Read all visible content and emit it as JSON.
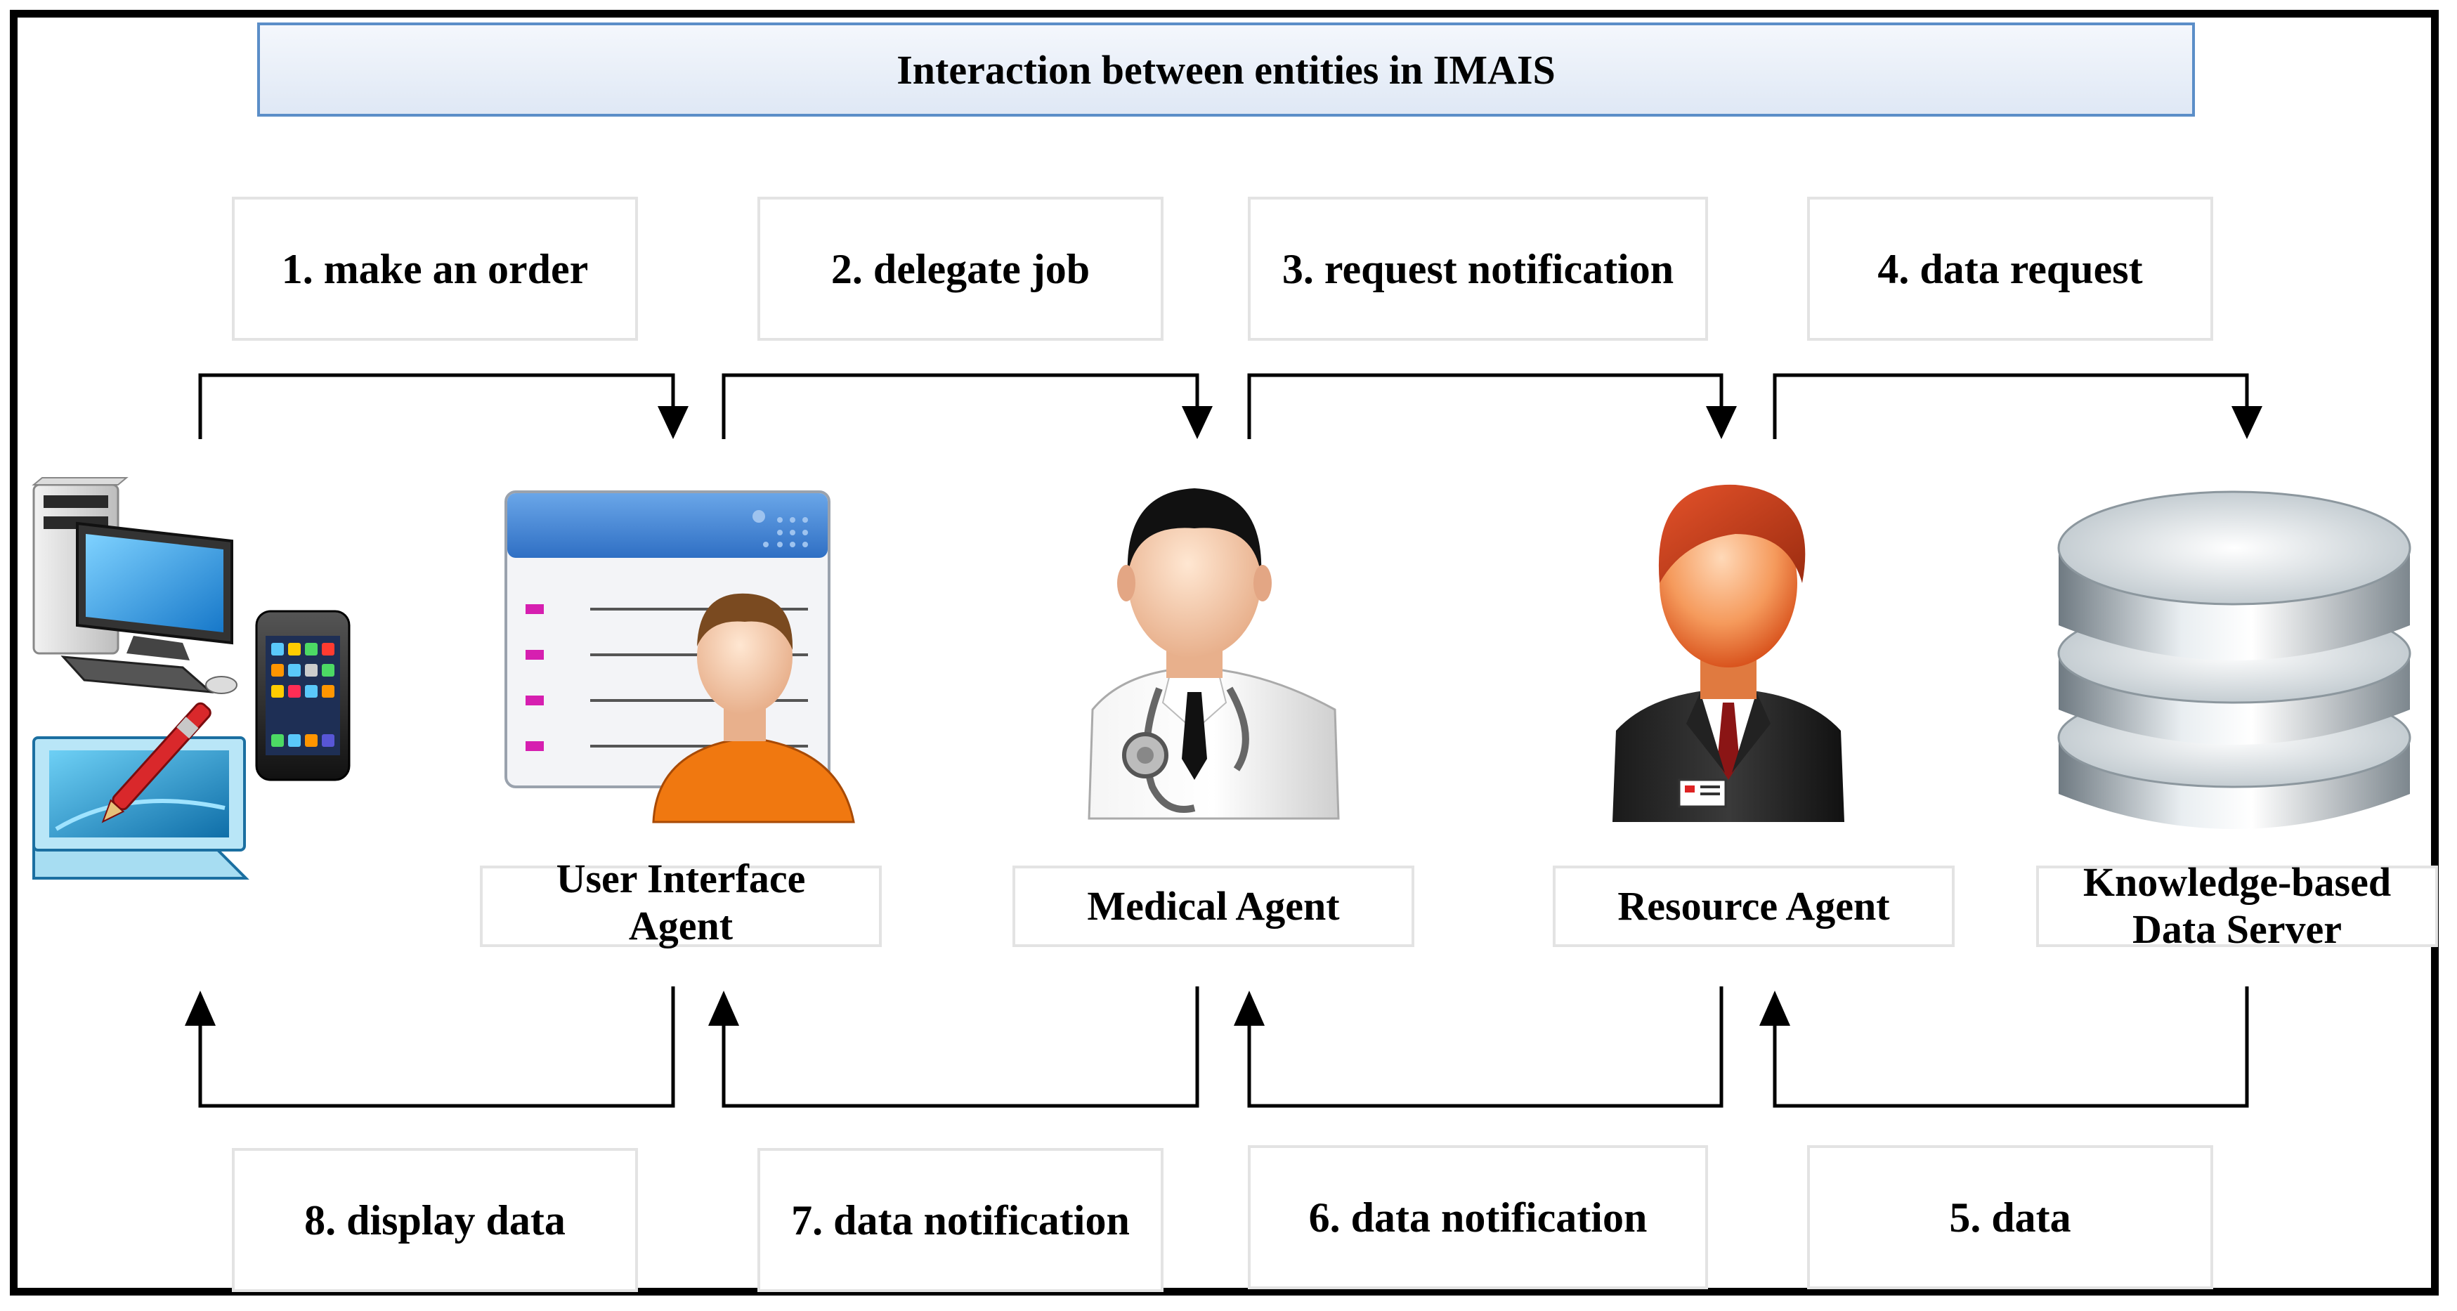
{
  "title": "Interaction between entities in IMAIS",
  "steps_top": [
    {
      "label": "1. make an order"
    },
    {
      "label": "2. delegate job"
    },
    {
      "label": "3. request notification"
    },
    {
      "label": "4. data request"
    }
  ],
  "steps_bottom": [
    {
      "label": "8. display data"
    },
    {
      "label": "7. data notification"
    },
    {
      "label": "6. data notification"
    },
    {
      "label": "5. data"
    }
  ],
  "entities": {
    "user_interface_agent": {
      "label": "User Interface Agent"
    },
    "medical_agent": {
      "label": "Medical Agent"
    },
    "resource_agent": {
      "label": "Resource Agent"
    },
    "data_server": {
      "label": "Knowledge-based Data Server"
    }
  },
  "icons": [
    "devices-icon",
    "user-interface-agent-icon",
    "doctor-icon",
    "businessman-icon",
    "database-icon"
  ],
  "colors": {
    "title_border": "#5b8ec8",
    "box_border": "#e3e3e3",
    "arrow": "#000000"
  }
}
